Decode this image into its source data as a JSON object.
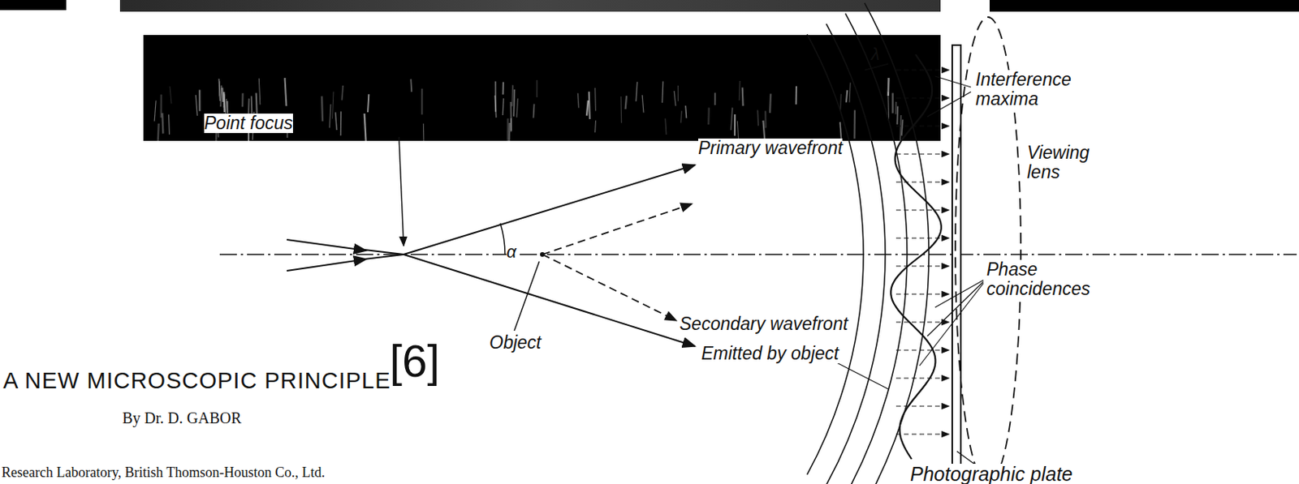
{
  "diagram": {
    "title": "A NEW MICROSCOPIC PRINCIPLE",
    "labels": [
      "[6]",
      "By Dr. D. GABOR",
      "Research Laboratory, British Thomson-Houston Co., Ltd.",
      "Point focus",
      "Object",
      "α",
      "Primary wavefront",
      "Secondary wavefront",
      "Emitted by object",
      "λ",
      "Interference maxima",
      "Viewing lens",
      "Phase coincidences",
      "Photographic plate"
    ]
  }
}
